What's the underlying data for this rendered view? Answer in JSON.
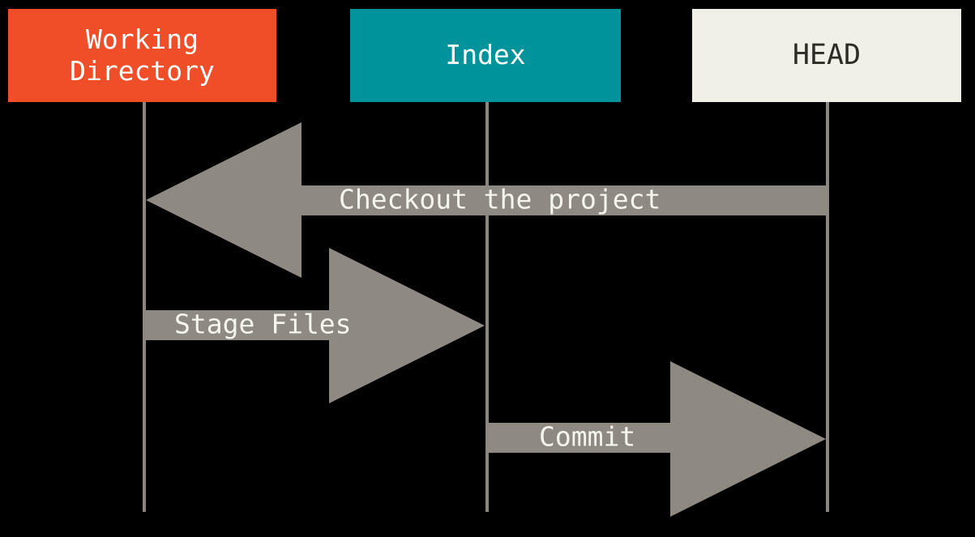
{
  "diagram_type": "git-workflow-sequence-diagram",
  "colors": {
    "background": "#000000",
    "wd_box": "#f04e28",
    "index_box": "#00939c",
    "head_box": "#f0efe8",
    "box_text_light": "#ffffff",
    "head_text": "#2e2c27",
    "arrow": "#8f8983",
    "lifeline": "#8b8680",
    "arrow_text": "#f5f4ef"
  },
  "boxes": [
    {
      "id": "working-directory",
      "label": "Working Directory"
    },
    {
      "id": "index",
      "label": "Index"
    },
    {
      "id": "head",
      "label": "HEAD"
    }
  ],
  "arrows": [
    {
      "id": "checkout",
      "label": "Checkout the project",
      "direction": "left",
      "from": "HEAD",
      "to": "Working Directory"
    },
    {
      "id": "stage",
      "label": "Stage Files",
      "direction": "right",
      "from": "Working Directory",
      "to": "Index"
    },
    {
      "id": "commit",
      "label": "Commit",
      "direction": "right",
      "from": "Index",
      "to": "HEAD"
    }
  ]
}
